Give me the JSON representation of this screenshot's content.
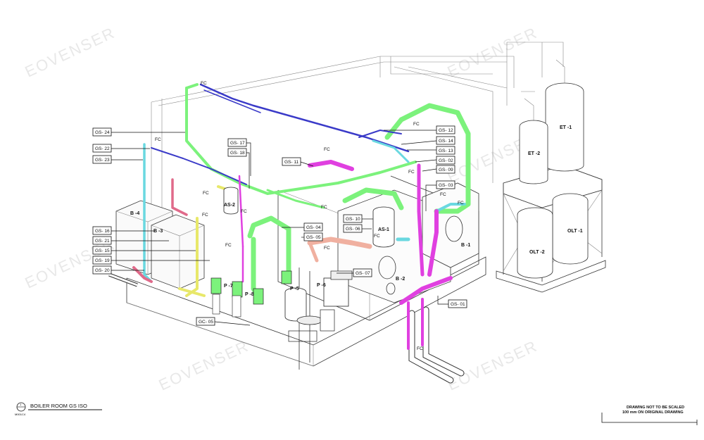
{
  "watermark": "EOVENSER",
  "drawing_title": "BOILER ROOM GS ISO",
  "title_ref_top": "1",
  "title_ref_bottom": "M001C4",
  "note_line1": "DRAWING NOT TO BE SCALED",
  "note_line2": "100 mm ON ORIGINAL DRAWING",
  "flow_marker": "FC",
  "equipment": {
    "et1": "ET -1",
    "et2": "ET -2",
    "olt1": "OLT -1",
    "olt2": "OLT -2",
    "b1": "B -1",
    "b2": "B -2",
    "b3": "B -3",
    "b4": "B -4",
    "as1": "AS-1",
    "as2": "AS-2",
    "p5": "P -5",
    "p6": "P -6",
    "p7": "P -7",
    "p8": "P -8"
  },
  "tags": {
    "gs24": "GS- 24",
    "gs22": "GS- 22",
    "gs23": "GS- 23",
    "gs17": "GS- 17",
    "gs18": "GS- 18",
    "gs11": "GS- 11",
    "gs12": "GS- 12",
    "gs14": "GS- 14",
    "gs13": "GS- 13",
    "gs02": "GS- 02",
    "gs09": "GS- 09",
    "gs03": "GS- 03",
    "gs16": "GS- 16",
    "gs21": "GS- 21",
    "gs15": "GS- 15",
    "gs19": "GS- 19",
    "gs20": "GS- 20",
    "gs04": "GS- 04",
    "gs05": "GS- 05",
    "gs10": "GS- 10",
    "gs06": "GS- 06",
    "gs07": "GS- 07",
    "gs01": "GS- 01",
    "gc05": "GC- 05"
  },
  "pipe_colors": {
    "green": "#7CF27C",
    "blue": "#3a3ac8",
    "cyan": "#6ad8e0",
    "magenta": "#e040e0",
    "pink": "#e06a8a",
    "yellow": "#e8e86a",
    "salmon": "#f0b0a0",
    "frame": "#444444"
  }
}
